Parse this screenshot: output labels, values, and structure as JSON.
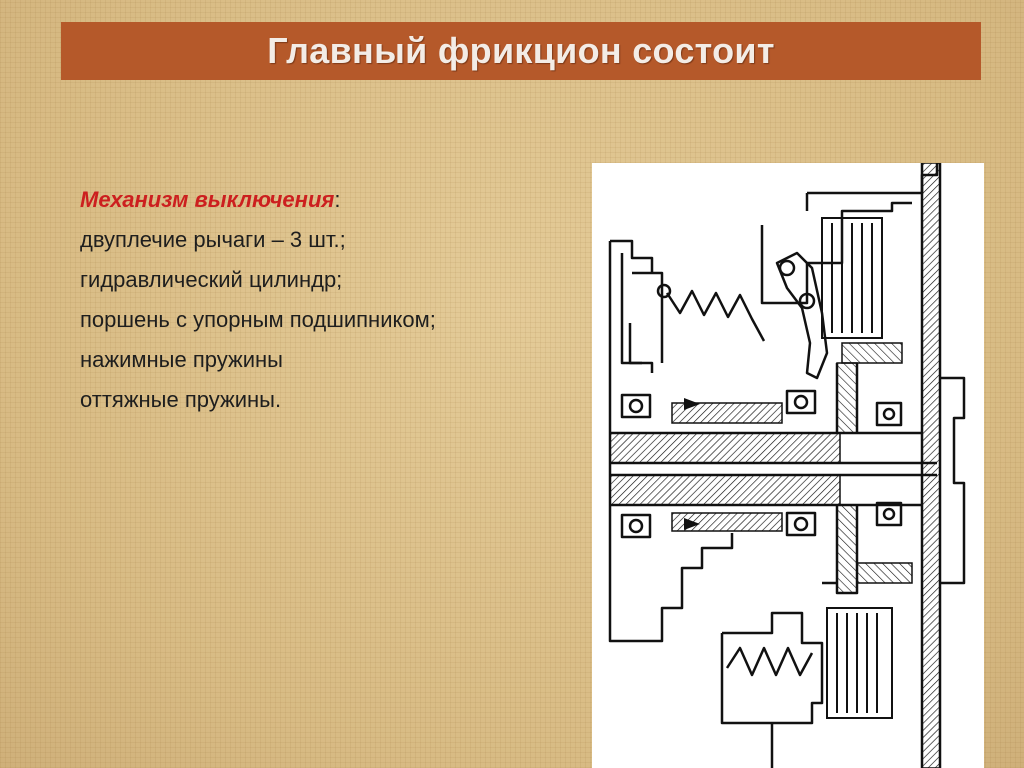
{
  "title": "Главный фрикцион состоит",
  "section": {
    "heading": "Механизм выключения",
    "colon": ":",
    "items": [
      "двуплечие рычаги – 3 шт.;",
      "гидравлический цилиндр;",
      "поршень с упорным подшипником;",
      "нажимные пружины",
      "оттяжные пружины."
    ]
  },
  "colors": {
    "title_bar": "#b5592a",
    "title_text": "#f3ece6",
    "heading": "#cc1f1f",
    "body_text": "#1e1e1e",
    "background": "#dcc08c"
  },
  "diagram": {
    "icon": "clutch-cross-section-drawing"
  }
}
